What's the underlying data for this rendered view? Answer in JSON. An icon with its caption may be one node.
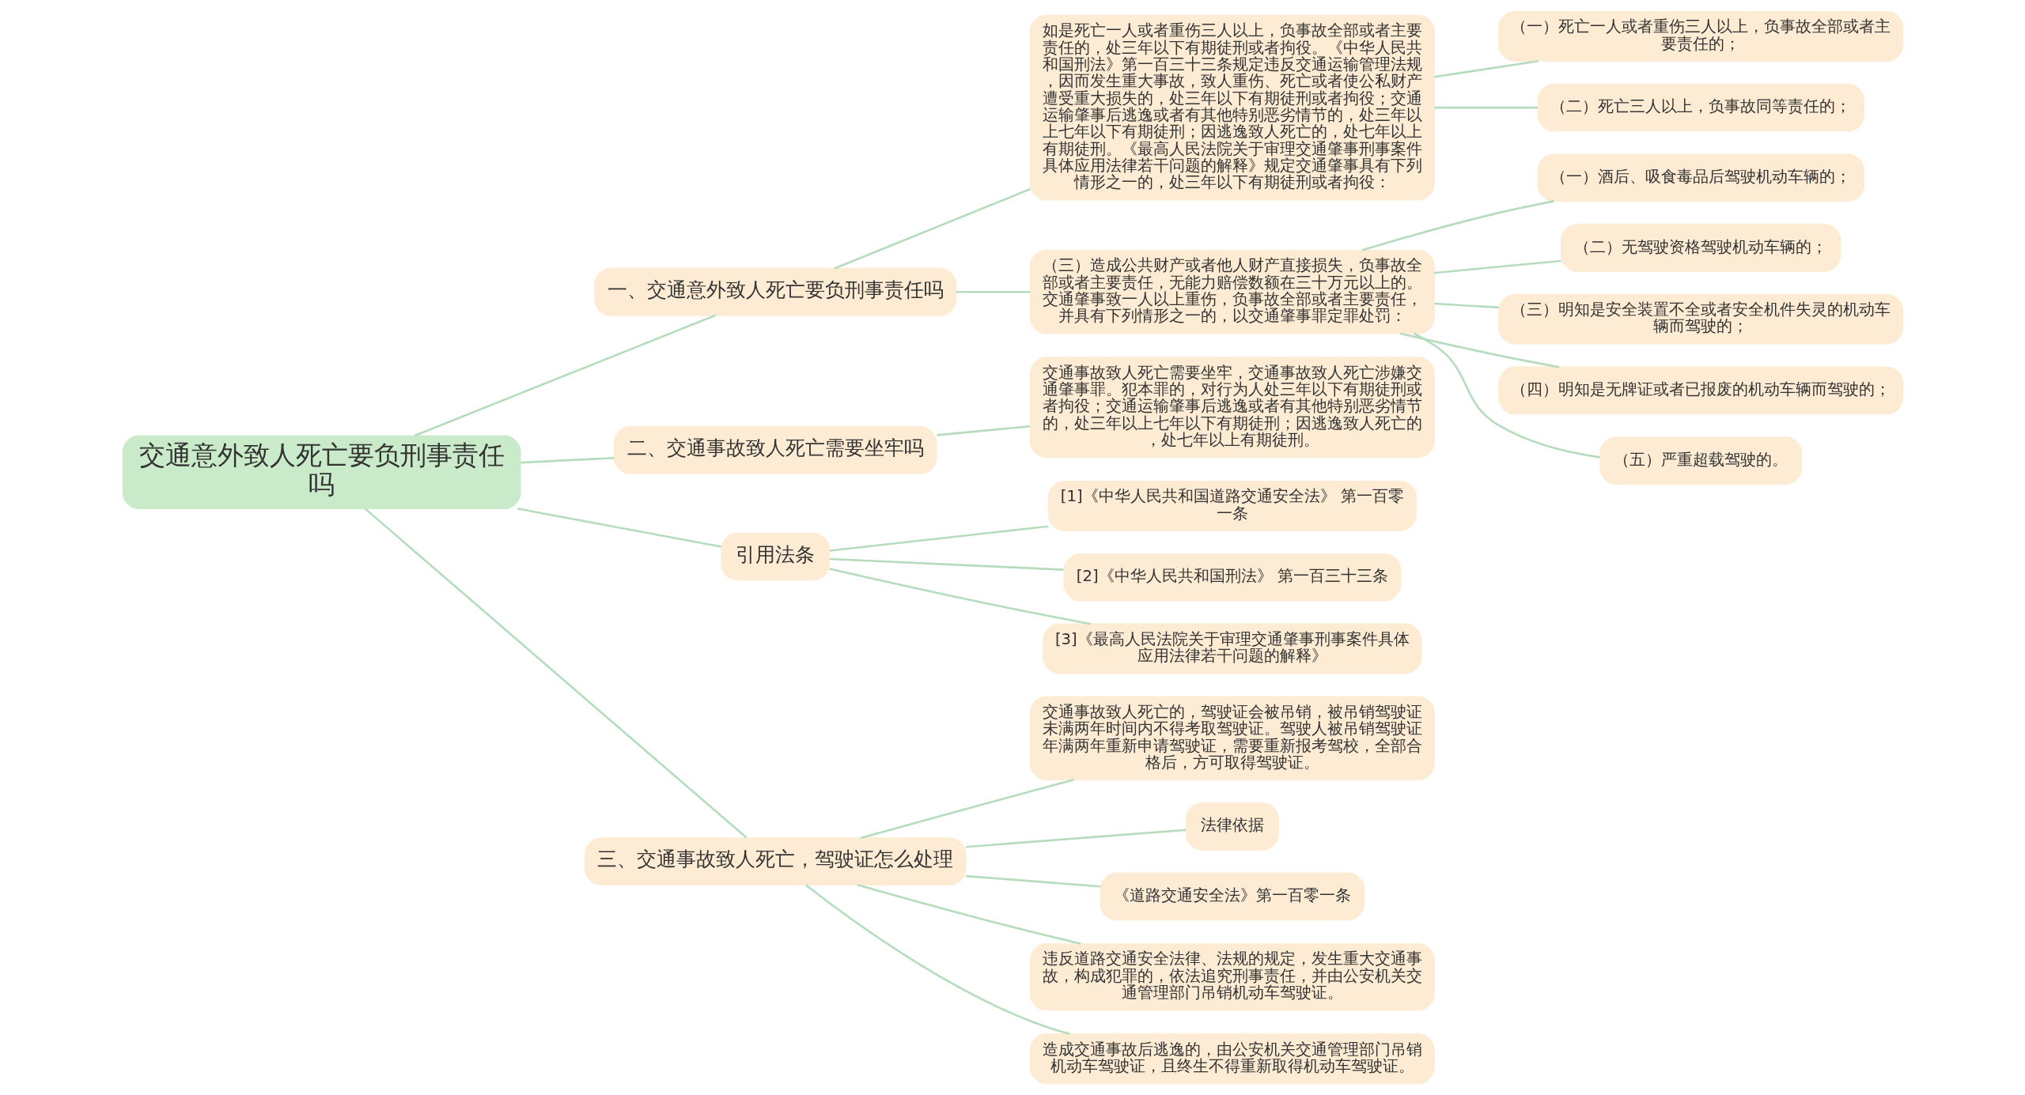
{
  "diagram": {
    "nodes": [
      {
        "text": [
          "交通意外致人死亡要负刑事责任吗"
        ]
      },
      {
        "text": [
          "一、交通意外致人死亡要负刑事责任吗"
        ]
      },
      {
        "text": [
          "如是死亡一人或者重伤三人以上，负事故全部或者主要责任的，处三年以下有期徒刑或者拘役。《中华人民共和国刑法》第一百三十三条规定违反交通运输管理法规，因而发生重大事故，致人重伤、死亡或者使公私财产遭受重大损失的，处三年以下有期徒刑或者拘役；交通运输肇事后逃逸或者有其他特别恶劣情节的，处三年以上七年以下有期徒刑；因逃逸致人死亡的，处七年以上有期徒刑。《最高人民法院关于审理交通肇事刑事案件具体应用法律若干问题的解释》规定交通肇事具有下列情形之一的，处三年以下有期徒刑或者拘役："
        ]
      },
      {
        "text": [
          "（一）死亡一人或者重伤三人以上，负事故全部或者主要责任的；"
        ]
      },
      {
        "text": [
          "（二）死亡三人以上，负事故同等责任的；"
        ]
      },
      {
        "text": [
          "（三）造成公共财产或者他人财产直接损失，负事故全部或者主要责任，无能力赔偿数额在三十万元以上的。交通肇事致一人以上重伤，负事故全部或者主要责任，并具有下列情形之一的，以交通肇事罪定罪处罚："
        ]
      },
      {
        "text": [
          "（一）酒后、吸食毒品后驾驶机动车辆的；"
        ]
      },
      {
        "text": [
          "（二）无驾驶资格驾驶机动车辆的；"
        ]
      },
      {
        "text": [
          "（三）明知是安全装置不全或者安全机件失灵的机动车辆而驾驶的；"
        ]
      },
      {
        "text": [
          "（四）明知是无牌证或者已报废的机动车辆而驾驶的；"
        ]
      },
      {
        "text": [
          "（五）严重超载驾驶的。"
        ]
      },
      {
        "text": [
          "二、交通事故致人死亡需要坐牢吗"
        ]
      },
      {
        "text": [
          "交通事故致人死亡需要坐牢，交通事故致人死亡涉嫌交通肇事罪。犯本罪的，对行为人处三年以下有期徒刑或者拘役；交通运输肇事后逃逸或者有其他特别恶劣情节的，处三年以上七年以下有期徒刑；因逃逸致人死亡的，处七年以上有期徒刑。"
        ]
      },
      {
        "text": [
          "引用法条"
        ]
      },
      {
        "text": [
          "[1]《中华人民共和国道路交通安全法》 第一百零一条"
        ]
      },
      {
        "text": [
          "[2]《中华人民共和国刑法》 第一百三十三条"
        ]
      },
      {
        "text": [
          "[3]《最高人民法院关于审理交通肇事刑事案件具体应用法律若干问题的解释》"
        ]
      },
      {
        "text": [
          "三、交通事故致人死亡，驾驶证怎么处理"
        ]
      },
      {
        "text": [
          "交通事故致人死亡的，驾驶证会被吊销，被吊销驾驶证未满两年时间内不得考取驾驶证。驾驶人被吊销驾驶证年满两年重新申请驾驶证，需要重新报考驾校，全部合格后，方可取得驾驶证。"
        ]
      },
      {
        "text": [
          "法律依据"
        ]
      },
      {
        "text": [
          "《道路交通安全法》第一百零一条"
        ]
      },
      {
        "text": [
          "违反道路交通安全法律、法规的规定，发生重大交通事故，构成犯罪的，依法追究刑事责任，并由公安机关交通管理部门吊销机动车驾驶证。"
        ]
      },
      {
        "text": [
          "造成交通事故后逃逸的，由公安机关交通管理部门吊销机动车驾驶证，且终生不得重新取得机动车驾驶证。"
        ]
      }
    ],
    "edges": [
      {
        "from": 0,
        "to": 1,
        "arrow": "none"
      },
      {
        "from": 1,
        "to": 2,
        "arrow": "none"
      },
      {
        "from": 2,
        "to": 3,
        "arrow": "none"
      },
      {
        "from": 2,
        "to": 4,
        "arrow": "none"
      },
      {
        "from": 1,
        "to": 5,
        "arrow": "none"
      },
      {
        "from": 5,
        "to": 6,
        "arrow": "none"
      },
      {
        "from": 5,
        "to": 7,
        "arrow": "none"
      },
      {
        "from": 5,
        "to": 8,
        "arrow": "none"
      },
      {
        "from": 5,
        "to": 9,
        "arrow": "none"
      },
      {
        "from": 5,
        "to": 10,
        "arrow": "none"
      },
      {
        "from": 0,
        "to": 11,
        "arrow": "none"
      },
      {
        "from": 11,
        "to": 12,
        "arrow": "none"
      },
      {
        "from": 0,
        "to": 13,
        "arrow": "none"
      },
      {
        "from": 13,
        "to": 14,
        "arrow": "none"
      },
      {
        "from": 13,
        "to": 15,
        "arrow": "none"
      },
      {
        "from": 13,
        "to": 16,
        "arrow": "none"
      },
      {
        "from": 0,
        "to": 17,
        "arrow": "none"
      },
      {
        "from": 17,
        "to": 18,
        "arrow": "none"
      },
      {
        "from": 17,
        "to": 19,
        "arrow": "none"
      },
      {
        "from": 17,
        "to": 20,
        "arrow": "none"
      },
      {
        "from": 17,
        "to": 21,
        "arrow": "none"
      },
      {
        "from": 17,
        "to": 22,
        "arrow": "none"
      }
    ]
  }
}
